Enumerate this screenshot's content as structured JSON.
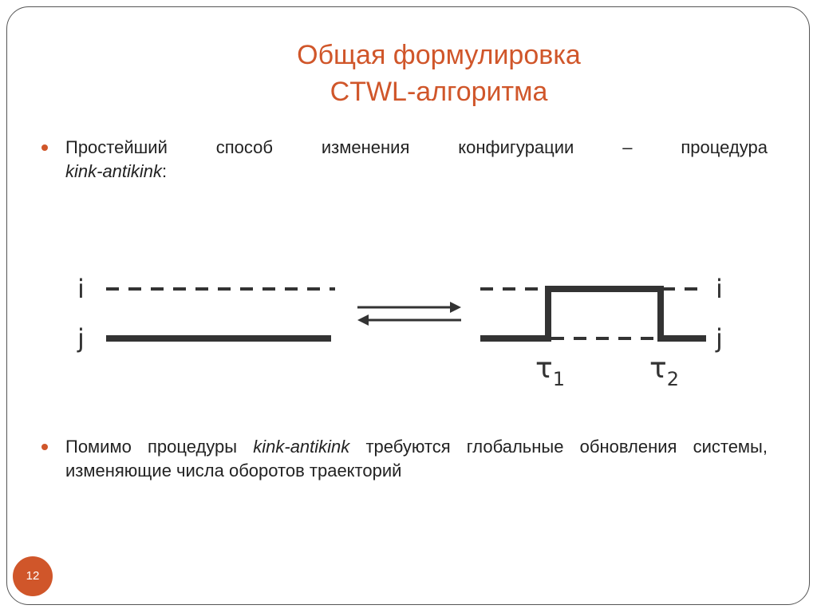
{
  "slide": {
    "title_line1": "Общая формулировка",
    "title_line2": "CTWL-алгоритма",
    "page_number": "12"
  },
  "bullet1": {
    "words_line1": [
      "Простейший",
      "способ",
      "изменения",
      "конфигурации",
      "–",
      "процедура"
    ],
    "italic_term": "kink-antikink",
    "suffix": ":"
  },
  "diagram": {
    "left_label_top": "i",
    "left_label_bottom": "j",
    "right_label_top": "i",
    "right_label_bottom": "j",
    "tau1": "τ",
    "tau1_sub": "1",
    "tau2": "τ",
    "tau2_sub": "2"
  },
  "bullet2": {
    "prefix": "Помимо процедуры ",
    "italic_term": "kink-antikink",
    "suffix": " требуются глобальные обновления системы, изменяющие числа оборотов траекторий"
  },
  "colors": {
    "accent": "#d0562a",
    "text": "#222222",
    "frame": "#555555"
  }
}
